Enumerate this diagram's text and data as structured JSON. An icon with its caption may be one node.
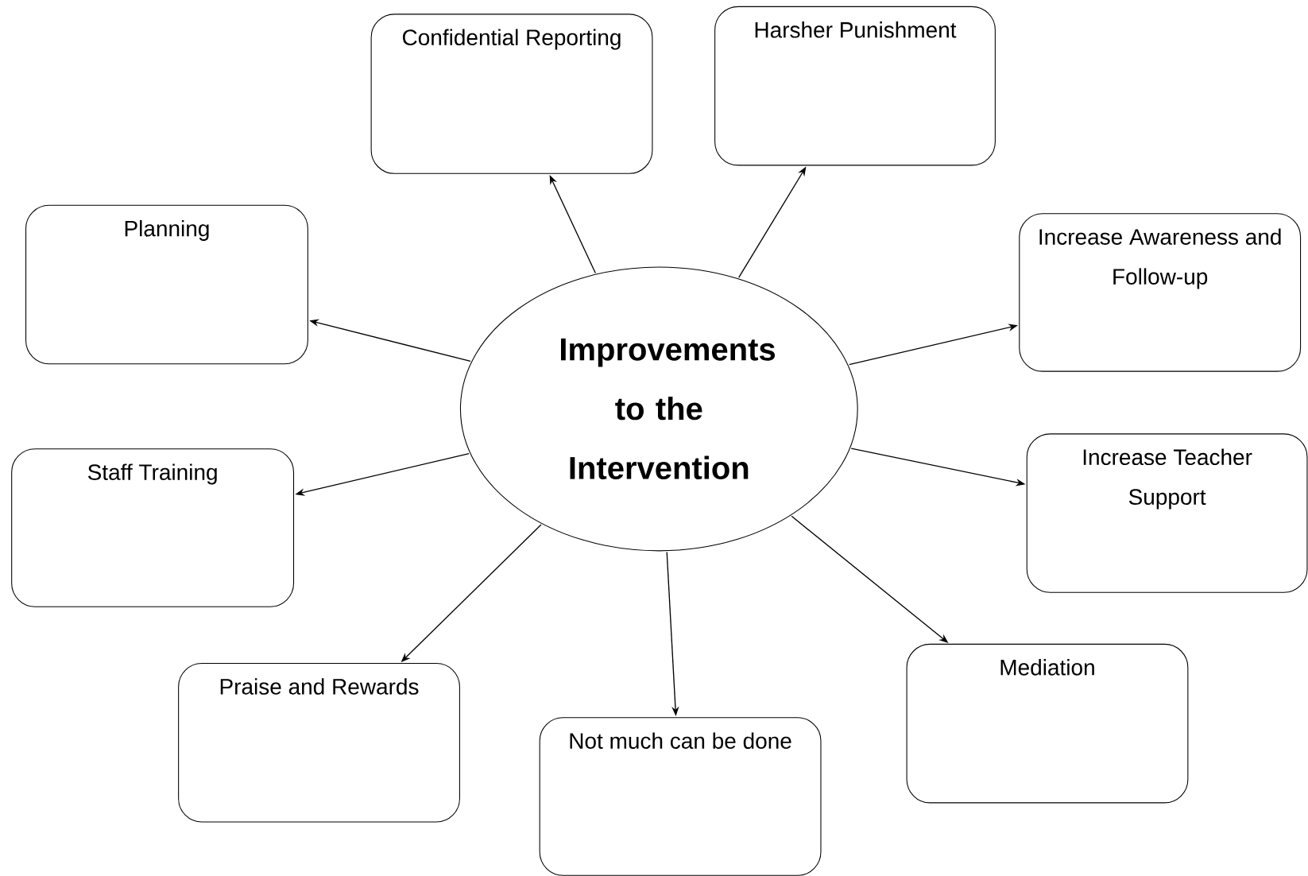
{
  "diagram": {
    "nodes": [
      {
        "text": [
          "Improvements to the Intervention"
        ]
      },
      {
        "text": [
          "Confidential Reporting"
        ]
      },
      {
        "text": [
          "Harsher Punishment"
        ]
      },
      {
        "text": [
          "Planning"
        ]
      },
      {
        "text": [
          "Increase Awareness and Follow-up"
        ]
      },
      {
        "text": [
          "Staff Training"
        ]
      },
      {
        "text": [
          "Increase Teacher Support"
        ]
      },
      {
        "text": [
          "Praise and Rewards"
        ]
      },
      {
        "text": [
          "Not much can be done"
        ]
      },
      {
        "text": [
          "Mediation"
        ]
      }
    ],
    "edges": [
      {
        "from": 0,
        "to": 1,
        "arrow": "to"
      },
      {
        "from": 0,
        "to": 2,
        "arrow": "to"
      },
      {
        "from": 0,
        "to": 3,
        "arrow": "to"
      },
      {
        "from": 0,
        "to": 4,
        "arrow": "to"
      },
      {
        "from": 0,
        "to": 5,
        "arrow": "to"
      },
      {
        "from": 0,
        "to": 6,
        "arrow": "to"
      },
      {
        "from": 0,
        "to": 7,
        "arrow": "to"
      },
      {
        "from": 0,
        "to": 8,
        "arrow": "to"
      },
      {
        "from": 0,
        "to": 9,
        "arrow": "to"
      }
    ]
  }
}
